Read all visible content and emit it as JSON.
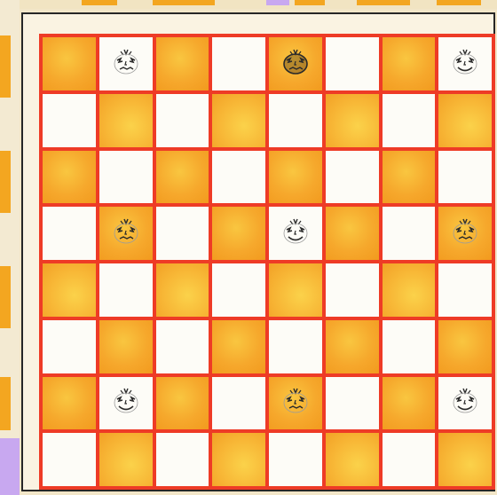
{
  "board": {
    "rows": 8,
    "cols": 8,
    "light_color": "#fdfcf7",
    "dark_color": "#f6a82c",
    "grid_color": "#ee3b26",
    "pieces": [
      {
        "row": 0,
        "col": 1,
        "type": "face-icon",
        "state": "sleeping"
      },
      {
        "row": 0,
        "col": 4,
        "type": "face-icon",
        "state": "sleeping-dark"
      },
      {
        "row": 0,
        "col": 7,
        "type": "face-icon",
        "state": "smiling"
      },
      {
        "row": 3,
        "col": 1,
        "type": "face-icon",
        "state": "sleeping"
      },
      {
        "row": 3,
        "col": 4,
        "type": "face-icon",
        "state": "smiling"
      },
      {
        "row": 3,
        "col": 7,
        "type": "face-icon",
        "state": "sleeping"
      },
      {
        "row": 6,
        "col": 1,
        "type": "face-icon",
        "state": "smiling"
      },
      {
        "row": 6,
        "col": 4,
        "type": "face-icon",
        "state": "sleeping"
      },
      {
        "row": 6,
        "col": 7,
        "type": "face-icon",
        "state": "smiling"
      }
    ]
  },
  "frame": {
    "border_color": "#262626",
    "accent_color": "#f3a620",
    "purple_color": "#c8a8f0"
  }
}
